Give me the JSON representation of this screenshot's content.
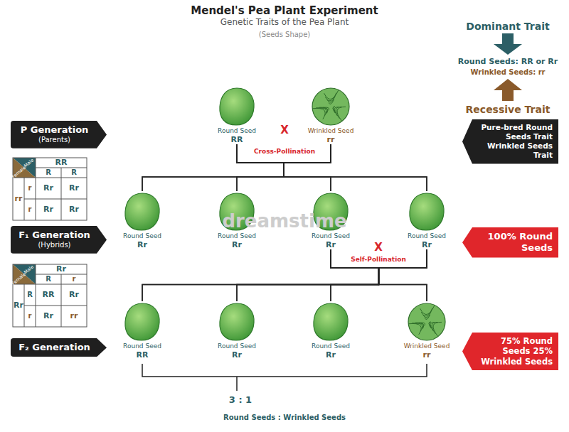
{
  "diagram": {
    "title": "Mendel's Pea Plant Experiment",
    "nodes": [
      {
        "text": [
          "P Generation",
          "(Parents)"
        ]
      },
      {
        "text": [
          "Round Seed",
          "RR"
        ]
      },
      {
        "text": [
          "Wrinkled Seed",
          "rr"
        ]
      },
      {
        "text": [
          "Pure-bred Round Seeds Trait Wrinkled Seeds Trait"
        ]
      },
      {
        "text": [
          "F₁ Generation",
          "(Hybrids)"
        ]
      },
      {
        "text": [
          "Round Seed",
          "Rr"
        ]
      },
      {
        "text": [
          "Round Seed",
          "Rr"
        ]
      },
      {
        "text": [
          "Round Seed",
          "Rr"
        ]
      },
      {
        "text": [
          "Round Seed",
          "Rr"
        ]
      },
      {
        "text": [
          "100% Round Seeds"
        ]
      },
      {
        "text": [
          "F₂ Generation"
        ]
      },
      {
        "text": [
          "Round Seed",
          "RR"
        ]
      },
      {
        "text": [
          "Round Seed",
          "Rr"
        ]
      },
      {
        "text": [
          "Round Seed",
          "Rr"
        ]
      },
      {
        "text": [
          "Wrinkled Seed",
          "rr"
        ]
      },
      {
        "text": [
          "75% Round Seeds 25% Wrinkled Seeds"
        ]
      }
    ],
    "edges": [
      {
        "from": 1,
        "to": 5,
        "arrow": "none"
      },
      {
        "from": 1,
        "to": 6,
        "arrow": "none"
      },
      {
        "from": 1,
        "to": 7,
        "arrow": "none"
      },
      {
        "from": 1,
        "to": 8,
        "arrow": "none"
      },
      {
        "from": 2,
        "to": 5,
        "arrow": "none"
      },
      {
        "from": 2,
        "to": 6,
        "arrow": "none"
      },
      {
        "from": 2,
        "to": 7,
        "arrow": "none"
      },
      {
        "from": 2,
        "to": 8,
        "arrow": "none"
      },
      {
        "from": 7,
        "to": 11,
        "arrow": "none"
      },
      {
        "from": 7,
        "to": 12,
        "arrow": "none"
      },
      {
        "from": 7,
        "to": 13,
        "arrow": "none"
      },
      {
        "from": 7,
        "to": 14,
        "arrow": "none"
      },
      {
        "from": 8,
        "to": 11,
        "arrow": "none"
      },
      {
        "from": 8,
        "to": 12,
        "arrow": "none"
      },
      {
        "from": 8,
        "to": 13,
        "arrow": "none"
      },
      {
        "from": 8,
        "to": 14,
        "arrow": "none"
      }
    ],
    "labels": [
      "Genetic Traits of the Pea Plant",
      "(Seeds Shape)",
      "Dominant Trait",
      "Round Seeds: RR or Rr",
      "Wrinkled Seeds: rr",
      "Recessive Trait",
      "X",
      "Cross-Pollination",
      "Male",
      "Female",
      "RR",
      "R",
      "R",
      "rr",
      "r",
      "Rr",
      "Rr",
      "r",
      "Rr",
      "Rr",
      "dreamstime",
      "X",
      "Self-Pollination",
      "Male",
      "Female",
      "Rr",
      "R",
      "r",
      "Rr",
      "R",
      "RR",
      "Rr",
      "r",
      "Rr",
      "rr",
      "3 : 1",
      "Round Seeds : Wrinkled Seeds"
    ]
  }
}
